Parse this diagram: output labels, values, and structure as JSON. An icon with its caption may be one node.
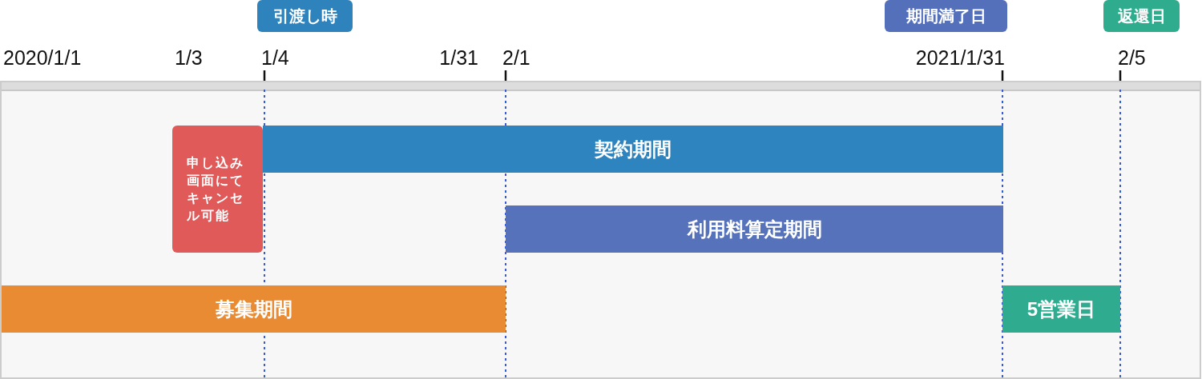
{
  "diagram": {
    "nodes": [
      {
        "text": [
          "引渡し時"
        ]
      },
      {
        "text": [
          "期間満了日"
        ]
      },
      {
        "text": [
          "返還日"
        ]
      },
      {
        "text": [
          "申し込み画面にてキャンセル可能"
        ]
      },
      {
        "text": [
          "契約期間"
        ]
      },
      {
        "text": [
          "利用料算定期間"
        ]
      },
      {
        "text": [
          "募集期間"
        ]
      },
      {
        "text": [
          "5営業日"
        ]
      }
    ],
    "labels": [
      "2020/1/1",
      "1/3",
      "1/4",
      "1/31",
      "2/1",
      "2021/1/31",
      "2/5"
    ]
  }
}
